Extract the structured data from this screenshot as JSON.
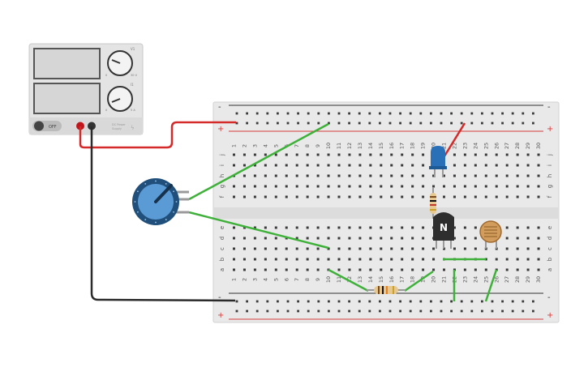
{
  "power_supply": {
    "switch_label": "OFF",
    "knob1_tag": "V1",
    "knob2_tag": "I1",
    "knob1_max": "30 V",
    "knob2_max": "5 A",
    "knob_min": "0",
    "brand_line1": "DC Power",
    "brand_line2": "Supply"
  },
  "breadboard": {
    "columns": [
      "1",
      "2",
      "3",
      "4",
      "5",
      "6",
      "7",
      "8",
      "9",
      "10",
      "11",
      "12",
      "13",
      "14",
      "15",
      "16",
      "17",
      "18",
      "19",
      "20",
      "21",
      "22",
      "23",
      "24",
      "25",
      "26",
      "27",
      "28",
      "29",
      "30"
    ],
    "rows_top": [
      "j",
      "i",
      "h",
      "g",
      "f"
    ],
    "rows_bottom": [
      "e",
      "d",
      "c",
      "b",
      "a"
    ],
    "rail_plus": "+",
    "rail_minus": "-"
  },
  "components": {
    "transistor_label": "N"
  },
  "colors": {
    "wire_positive": "#d42a2a",
    "wire_ground": "#2b2b2b",
    "wire_signal": "#3fb13a",
    "led": "#2a70b8",
    "potentiometer": "#1f4f7a",
    "breadboard": "#e9e9e9",
    "rail_red": "#d43b3b",
    "rail_black": "#333333"
  }
}
